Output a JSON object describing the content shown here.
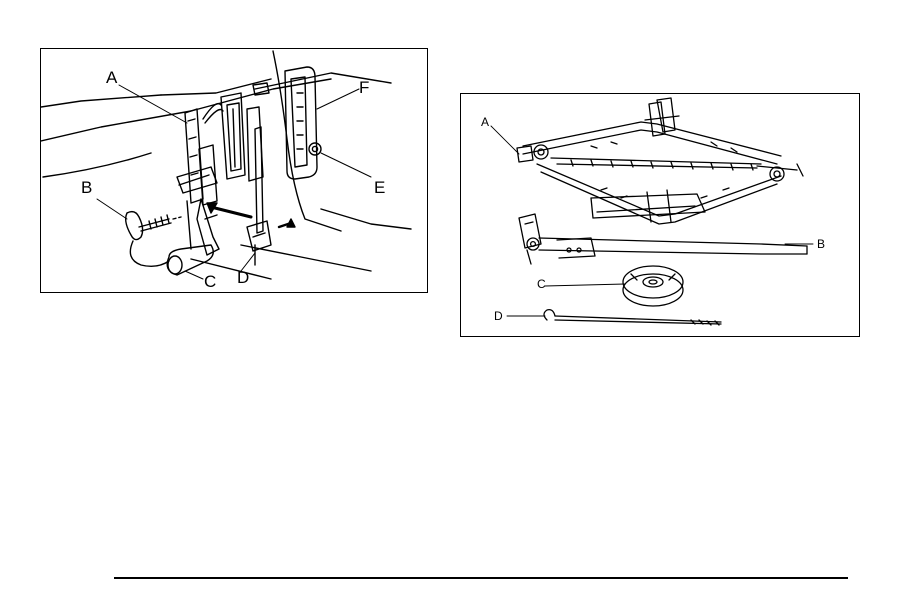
{
  "left_figure": {
    "callouts": {
      "a": "A",
      "b": "B",
      "c": "C",
      "d": "D",
      "e": "E",
      "f": "F"
    }
  },
  "right_figure": {
    "callouts": {
      "a": "A",
      "b": "B",
      "c": "C",
      "d": "D"
    }
  }
}
